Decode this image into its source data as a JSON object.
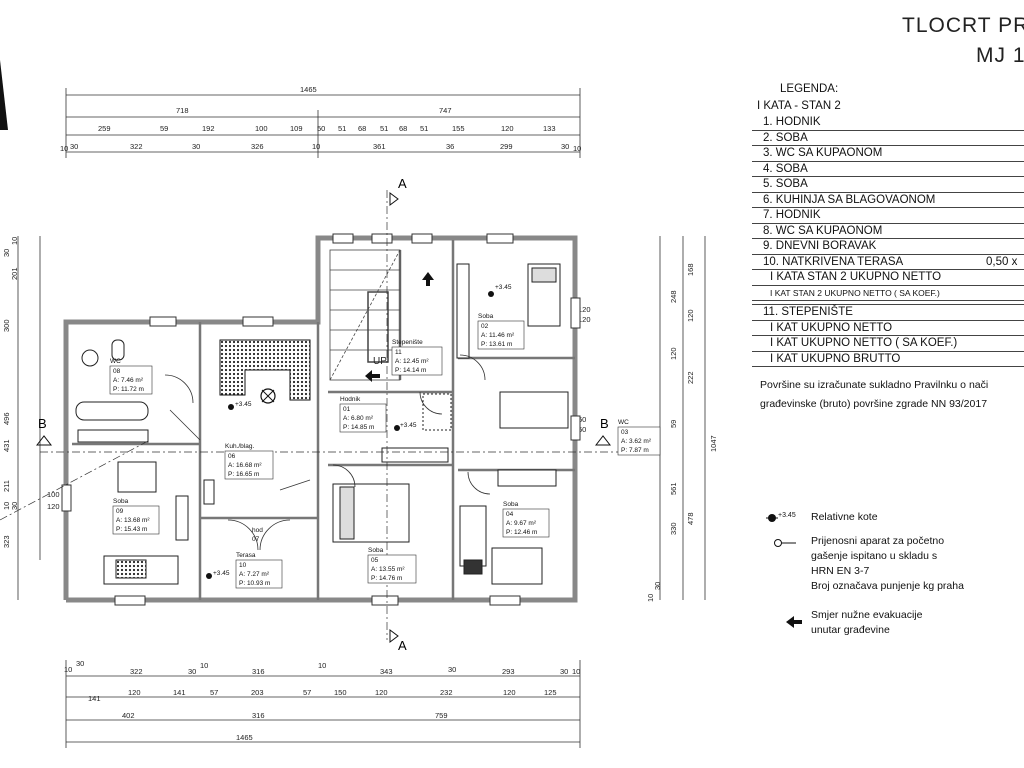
{
  "title": {
    "line1": "TLOCRT PR",
    "line2": "MJ 1"
  },
  "legend": {
    "heading": "LEGENDA:",
    "subheading": "I KATA - STAN 2",
    "rooms": [
      {
        "label": "1. HODNIK",
        "value": ""
      },
      {
        "label": "2. SOBA",
        "value": ""
      },
      {
        "label": "3. WC SA KUPAONOM",
        "value": ""
      },
      {
        "label": "4. SOBA",
        "value": ""
      },
      {
        "label": "5. SOBA",
        "value": ""
      },
      {
        "label": "6. KUHINJA SA BLAGOVAONOM",
        "value": ""
      },
      {
        "label": "7. HODNIK",
        "value": ""
      },
      {
        "label": "8. WC SA KUPAONOM",
        "value": ""
      },
      {
        "label": "9. DNEVNI BORAVAK",
        "value": ""
      },
      {
        "label": "10. NATKRIVENA TERASA",
        "value": "0,50 x"
      }
    ],
    "total_net": "I KATA STAN 2 UKUPNO NETTO",
    "total_net_coef": "I KAT STAN 2 UKUPNO NETTO ( SA KOEF.)",
    "stairs": "11. STEPENIŠTE",
    "floor_net": "I KAT UKUPNO NETTO",
    "floor_net_coef": "I KAT UKUPNO NETTO ( SA KOEF.)",
    "floor_gross": "I KAT UKUPNO BRUTTO"
  },
  "note": {
    "line1": "Površine su izračunate sukladno  Pravilnku o nači",
    "line2": "građevinske (bruto) površine zgrade NN 93/2017"
  },
  "symbols": {
    "level_tag": "+3.45",
    "level_text": "Relativne  kote",
    "extinguisher": [
      "Prijenosni aparat za početno",
      "gašenje ispitano u skladu s",
      "HRN EN 3-7",
      "Broj označava punjenje kg praha"
    ],
    "evacuation": [
      "Smjer  nužne evakuacije",
      "unutar građevine"
    ]
  },
  "section_marks": {
    "a": "A",
    "b": "B",
    "up": "UP"
  },
  "rooms": [
    {
      "name": "Hodnik",
      "num": "01",
      "a": "A:    6.80 m²",
      "p": "P:    14.85 m"
    },
    {
      "name": "Soba",
      "num": "02",
      "a": "A:    11.46 m²",
      "p": "P:    13.61 m"
    },
    {
      "name": "WC",
      "num": "03",
      "a": "A:    3.62 m²",
      "p": "P:    7.87 m"
    },
    {
      "name": "Soba",
      "num": "04",
      "a": "A:    9.67 m²",
      "p": "P:    12.46 m"
    },
    {
      "name": "Soba",
      "num": "05",
      "a": "A:    13.55 m²",
      "p": "P:    14.76 m"
    },
    {
      "name": "Kuh./blag.",
      "num": "06",
      "a": "A:    16.68 m²",
      "p": "P:    16.65 m"
    },
    {
      "name": "hod",
      "num": "07",
      "a": "",
      "p": ""
    },
    {
      "name": "WC",
      "num": "08",
      "a": "A:    7.46 m²",
      "p": "P:    11.72 m"
    },
    {
      "name": "Soba",
      "num": "09",
      "a": "A:    13.68 m²",
      "p": "P:    15.43 m"
    },
    {
      "name": "Terasa",
      "num": "10",
      "a": "A:    7.27 m²",
      "p": "P:    10.93 m"
    },
    {
      "name": "Stepenište",
      "num": "11",
      "a": "A:    12.45 m²",
      "p": "P:    14.14 m"
    }
  ],
  "dims_top": {
    "total": "1465",
    "row2": [
      "718",
      "747"
    ],
    "row3": [
      "259",
      "59",
      "192",
      "100",
      "109",
      "50",
      "51",
      "68",
      "51",
      "68",
      "51",
      "155",
      "120",
      "133"
    ],
    "row4": [
      "10",
      "30",
      "322",
      "30",
      "326",
      "10",
      "361",
      "36",
      "299",
      "30",
      "10"
    ]
  },
  "dims_bottom": {
    "row1": [
      "10",
      "30",
      "322",
      "30",
      "10",
      "316",
      "10",
      "343",
      "30",
      "293",
      "30",
      "10"
    ],
    "row2": [
      "141",
      "120",
      "141",
      "57",
      "203",
      "57",
      "150",
      "120",
      "232",
      "120",
      "125"
    ],
    "row3": [
      "402",
      "316",
      "759"
    ],
    "total": "1465"
  },
  "dims_left": [
    "30",
    "10",
    "201",
    "300",
    "496",
    "431",
    "211",
    "10",
    "30",
    "100",
    "120",
    "323"
  ],
  "dims_right": [
    "168",
    "248",
    "120",
    "120",
    "222",
    "59",
    "561",
    "330",
    "478",
    "1047",
    "10",
    "30",
    "120",
    "120",
    "60",
    "60"
  ]
}
